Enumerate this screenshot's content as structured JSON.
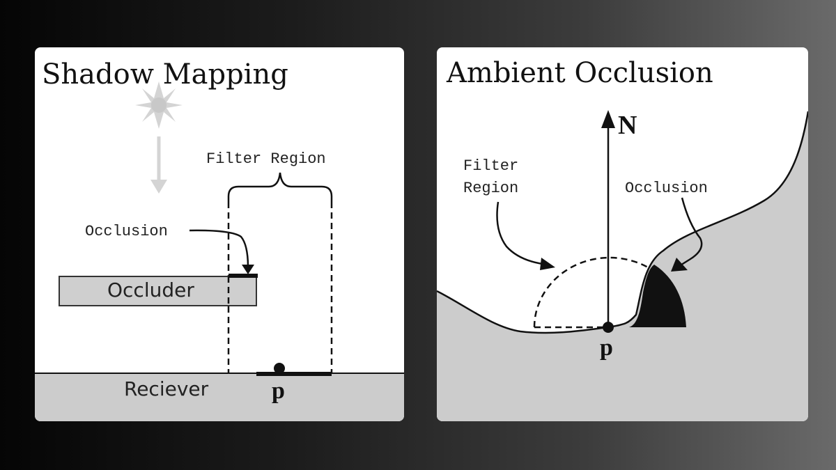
{
  "left_panel": {
    "title": "Shadow Mapping",
    "filter_region_label": "Filter Region",
    "occlusion_label": "Occlusion",
    "occluder_label": "Occluder",
    "receiver_label": "Reciever",
    "point_label": "p",
    "icons": [
      "sun-icon",
      "light-direction-arrow"
    ]
  },
  "right_panel": {
    "title": "Ambient Occlusion",
    "normal_label": "N",
    "filter_region_line1": "Filter",
    "filter_region_line2": "Region",
    "occlusion_label": "Occlusion",
    "point_label": "p"
  },
  "colors": {
    "panel_bg": "#ffffff",
    "surface_gray": "#cccccc",
    "ink": "#111111"
  }
}
